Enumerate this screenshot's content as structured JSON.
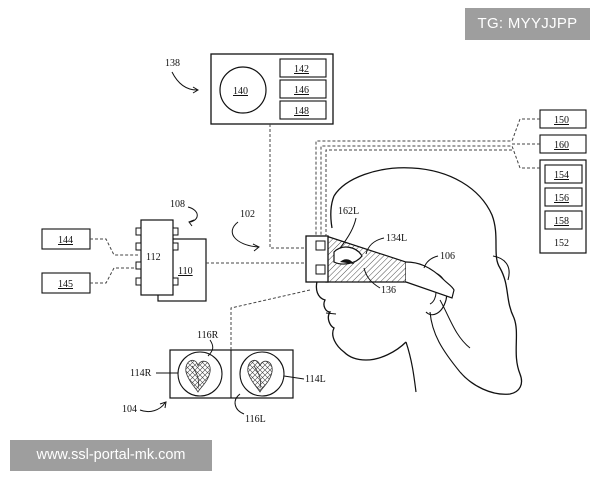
{
  "watermarks": {
    "top_right": "TG: MYYJJPP",
    "bottom_left": "www.ssl-portal-mk.com"
  },
  "labels": {
    "l138": "138",
    "l140": "140",
    "l142": "142",
    "l146": "146",
    "l148": "148",
    "l150": "150",
    "l160": "160",
    "l154": "154",
    "l156": "156",
    "l158": "158",
    "l152": "152",
    "l108": "108",
    "l102": "102",
    "l144": "144",
    "l145": "145",
    "l112": "112",
    "l110": "110",
    "l162L": "162L",
    "l134L": "134L",
    "l106": "106",
    "l136": "136",
    "l116R": "116R",
    "l114R": "114R",
    "l114L": "114L",
    "l116L": "116L",
    "l104": "104"
  }
}
